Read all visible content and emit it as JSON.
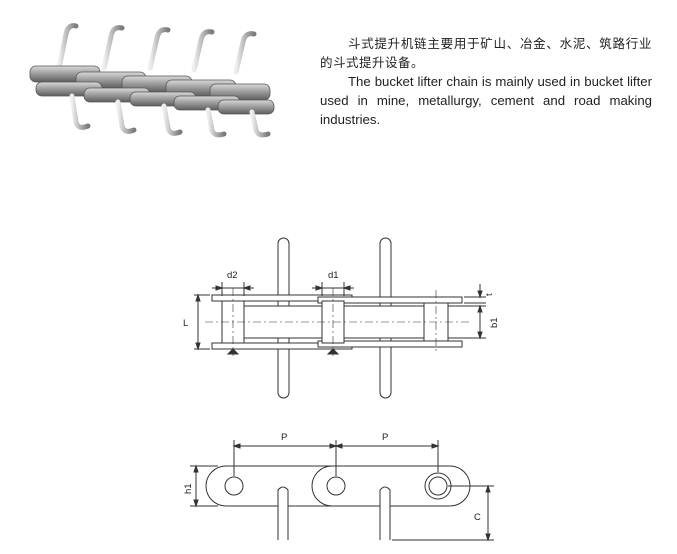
{
  "description": {
    "chinese": "斗式提升机链主要用于矿山、冶金、水泥、筑路行业的斗式提升设备。",
    "english": "The bucket lifter chain is mainly used in bucket lifter used in mine, metallurgy, cement and road making industries."
  },
  "dimension_labels": {
    "d2": "d2",
    "d1": "d1",
    "L": "L",
    "t": "t",
    "b1": "b1",
    "P_left": "P",
    "P_right": "P",
    "h1": "h1",
    "C": "C"
  },
  "colors": {
    "line": "#333333",
    "photo_steel_light": "#c9c9c9",
    "photo_steel_dark": "#6d6d6d"
  }
}
